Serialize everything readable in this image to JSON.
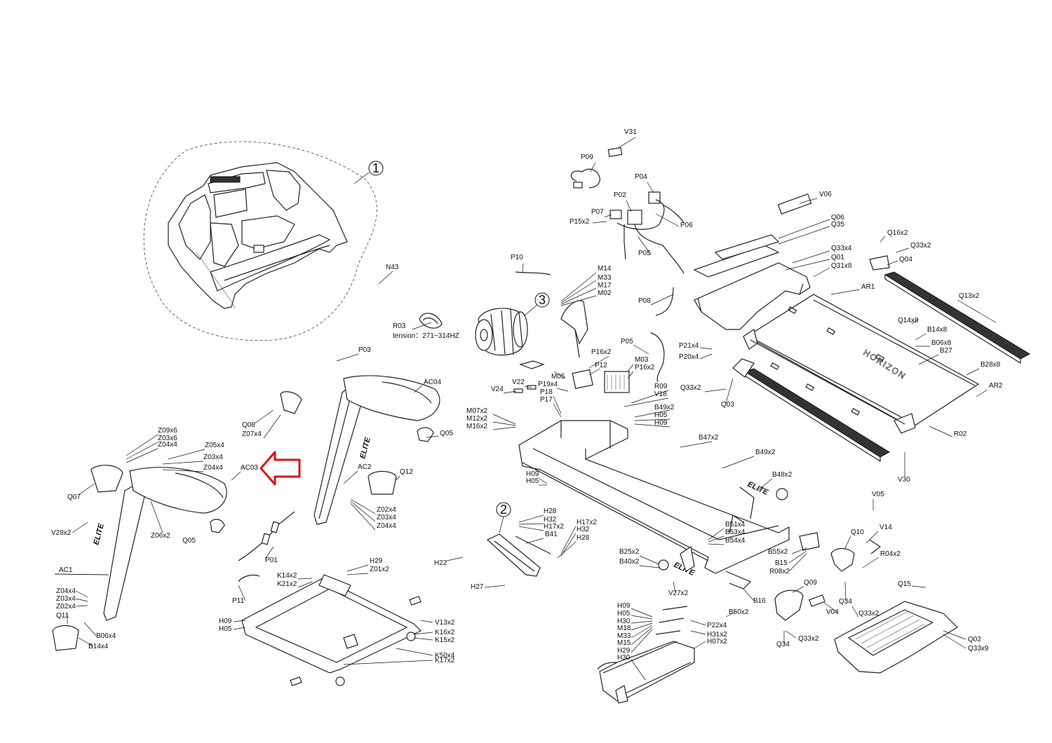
{
  "diagram": {
    "brand_text": "HORIZON",
    "elite_text": "ELITE",
    "accent_color": "#e01010",
    "circle_numbers": [
      "1",
      "2",
      "3"
    ],
    "tension_note": "tension：271~314HZ",
    "labels": [
      "V31",
      "P09",
      "P04",
      "P02",
      "P07",
      "P15x2",
      "P06",
      "P05",
      "V06",
      "Q06",
      "Q35",
      "Q16x2",
      "Q33x2",
      "Q33x4",
      "Q01",
      "Q04",
      "Q31x8",
      "AR1",
      "Q13x2",
      "N43",
      "P10",
      "M14",
      "M33",
      "M17",
      "M02",
      "R03",
      "P08",
      "Q14x8",
      "B14x8",
      "B06x8",
      "B27",
      "P05",
      "P21x4",
      "P20x4",
      "P16x2",
      "P12",
      "M03",
      "P16x2",
      "B28x8",
      "M05",
      "V22",
      "P19x4",
      "V24",
      "P18",
      "P17",
      "R09",
      "V18",
      "Q33x2",
      "Q03",
      "AR2",
      "M07x2",
      "M12x2",
      "M16x2",
      "B49x2",
      "H05",
      "H09",
      "B47x2",
      "R02",
      "B49x2",
      "V30",
      "P03",
      "AC04",
      "Q08",
      "Z07x4",
      "Q05",
      "Z09x6",
      "Z03x6",
      "Z04x4",
      "Z05x4",
      "Z03x4",
      "Z04x4",
      "AC03",
      "AC2",
      "Q12",
      "Q07",
      "Z02x4",
      "Z03x4",
      "Z04x4",
      "H09",
      "H05",
      "B48x2",
      "Z06x2",
      "V28x2",
      "Q05",
      "H28",
      "H32",
      "H17x2",
      "B41",
      "H17x2",
      "H32",
      "H28",
      "B51x4",
      "B53x4",
      "B54x4",
      "V05",
      "Q10",
      "V14",
      "R04x2",
      "B55x2",
      "B15",
      "R08x2",
      "P01",
      "H22",
      "AC1",
      "H29",
      "Z01x2",
      "K14x2",
      "K21x2",
      "H27",
      "B25x2",
      "B40x2",
      "V27x2",
      "B16",
      "Q34",
      "Q33x2",
      "Q15",
      "Q09",
      "V04",
      "Q34",
      "Z04x4",
      "Z03x4",
      "Z02x4",
      "Q11",
      "B06x4",
      "B14x4",
      "P11",
      "H09",
      "H05",
      "V13x2",
      "K16x2",
      "K15x2",
      "K50x4",
      "K17x2",
      "H09",
      "H05",
      "H30",
      "M18",
      "M33",
      "M15",
      "H29",
      "H30",
      "P22x4",
      "H31x2",
      "H07x2",
      "B50x2",
      "Q33x2",
      "Q02",
      "Q33x9"
    ]
  }
}
